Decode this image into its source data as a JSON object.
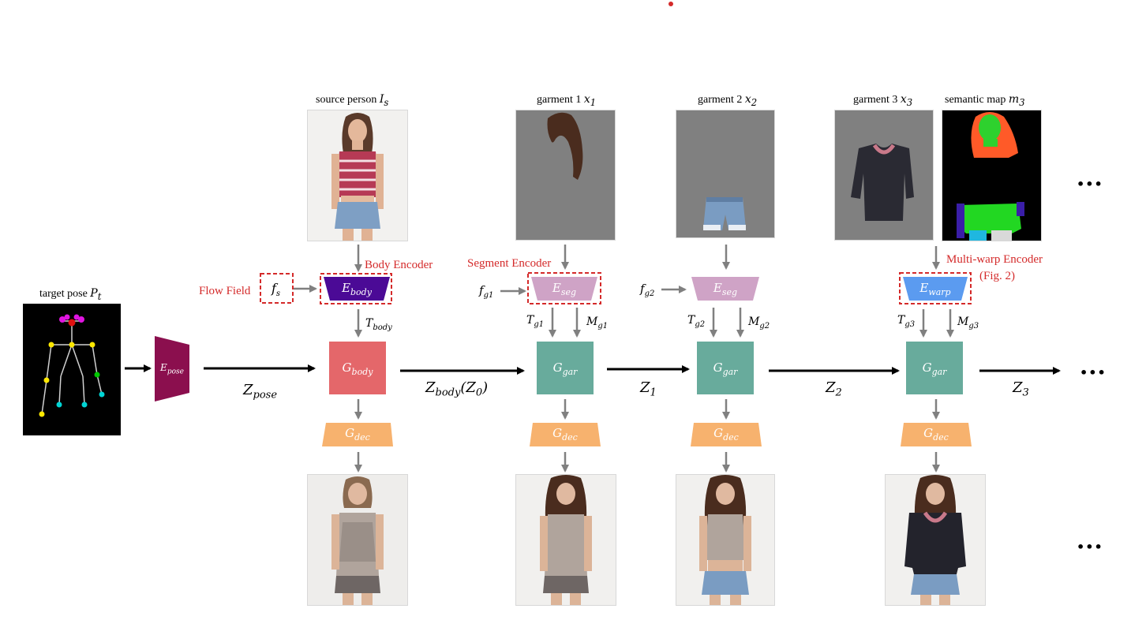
{
  "labels": {
    "source_person": "source person ",
    "source_person_math": "I",
    "source_person_sub": "s",
    "garment1": "garment 1 ",
    "garment1_math": "x",
    "garment1_sub": "1",
    "garment2": "garment 2 ",
    "garment2_math": "x",
    "garment2_sub": "2",
    "garment3": "garment 3 ",
    "garment3_math": "x",
    "garment3_sub": "3",
    "semantic_map": "semantic map ",
    "semantic_map_math": "m",
    "semantic_map_sub": "3",
    "target_pose": "target pose ",
    "target_pose_math": "P",
    "target_pose_sub": "t"
  },
  "annotations": {
    "body_encoder": "Body Encoder",
    "segment_encoder": "Segment Encoder",
    "multi_warp_encoder": "Multi-warp Encoder",
    "fig_ref": "(Fig. 2)",
    "flow_field": "Flow Field"
  },
  "modules": {
    "e_pose": {
      "main": "E",
      "sub": "pose"
    },
    "e_body": {
      "main": "E",
      "sub": "body"
    },
    "e_seg1": {
      "main": "E",
      "sub": "seg"
    },
    "e_seg2": {
      "main": "E",
      "sub": "seg"
    },
    "e_warp": {
      "main": "E",
      "sub": "warp"
    },
    "g_body": {
      "main": "G",
      "sub": "body"
    },
    "g_gar1": {
      "main": "G",
      "sub": "gar"
    },
    "g_gar2": {
      "main": "G",
      "sub": "gar"
    },
    "g_gar3": {
      "main": "G",
      "sub": "gar"
    },
    "g_dec": {
      "main": "G",
      "sub": "dec"
    }
  },
  "signals": {
    "f_s": {
      "main": "f",
      "sub": "s"
    },
    "f_g1": {
      "main": "f",
      "sub": "g1"
    },
    "f_g2": {
      "main": "f",
      "sub": "g2"
    },
    "t_body": {
      "main": "T",
      "sub": "body"
    },
    "t_g1": {
      "main": "T",
      "sub": "g1"
    },
    "m_g1": {
      "main": "M",
      "sub": "g1"
    },
    "t_g2": {
      "main": "T",
      "sub": "g2"
    },
    "m_g2": {
      "main": "M",
      "sub": "g2"
    },
    "t_g3": {
      "main": "T",
      "sub": "g3"
    },
    "m_g3": {
      "main": "M",
      "sub": "g3"
    }
  },
  "latents": {
    "z_pose": {
      "main": "Z",
      "sub": "pose"
    },
    "z_body": {
      "main": "Z",
      "sub": "body",
      "extra": "(Z",
      "extra_sub": "0",
      "close": ")"
    },
    "z1": {
      "main": "Z",
      "sub": "1"
    },
    "z2": {
      "main": "Z",
      "sub": "2"
    },
    "z3": {
      "main": "Z",
      "sub": "3"
    }
  },
  "ellipsis": "•••",
  "colors": {
    "annotation_red": "#d42a2a",
    "e_pose": "#8b0f4e",
    "e_body": "#4b0a96",
    "e_seg": "#cfa3c6",
    "e_warp": "#5b9bf0",
    "g_body": "#e4676a",
    "g_gar": "#68ab9c",
    "g_dec": "#f7b26e",
    "arrow_gray": "#808080"
  }
}
